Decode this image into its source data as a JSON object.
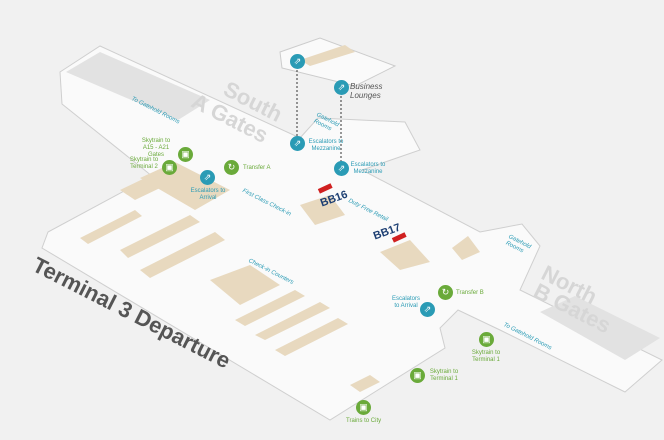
{
  "title": "Terminal 3 Departure",
  "areas": {
    "south": "South",
    "south_gates": "A Gates",
    "north": "North",
    "north_gates": "B Gates"
  },
  "gates": {
    "bb16": "BB16",
    "bb17": "BB17"
  },
  "labels": {
    "to_gatehold_south": "To Gatehold Rooms",
    "to_gatehold_north": "To Gatehold Rooms",
    "gatehold_1": "Gatehold Rooms",
    "gatehold_2": "Gatehold Rooms",
    "first_class": "First Class Check-in",
    "duty_free": "Duty Free Retail",
    "check_in": "Check-in Counters",
    "skytrain_a": "Skytrain to A15 - A21 Gates",
    "skytrain_t2": "Skytrain to Terminal 2",
    "transfer_a": "Transfer A",
    "transfer_b": "Transfer B",
    "esc_arrival_1": "Escalators to Arrival",
    "esc_arrival_2": "Escalators to Arrival",
    "esc_mezz_1": "Escalators to Mezzanine",
    "esc_mezz_2": "Escalators to Mezzanine",
    "business_lounges": "Business Lounges",
    "skytrain_t1_a": "Skytrain to Terminal 1",
    "skytrain_t1_b": "Skytrain to Terminal 1",
    "trains_city": "Trains to City"
  },
  "colors": {
    "teal": "#2a9bb5",
    "green": "#6aaa3a",
    "floor": "#fafafa",
    "tan": "#e8d9bf",
    "gate": "#1d3f73",
    "bridge": "#d02020"
  }
}
